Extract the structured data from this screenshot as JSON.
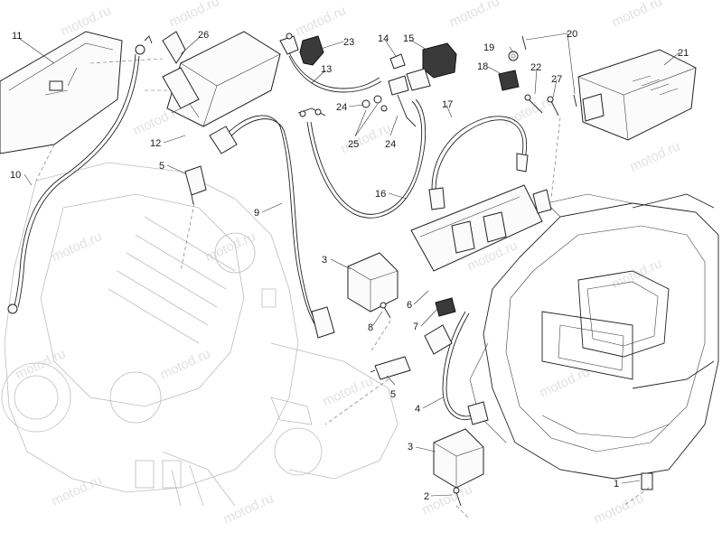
{
  "diagram": {
    "watermark": "motod.ru",
    "callouts": [
      {
        "id": "c1",
        "label": "1"
      },
      {
        "id": "c2",
        "label": "2"
      },
      {
        "id": "c3a",
        "label": "3"
      },
      {
        "id": "c3b",
        "label": "3"
      },
      {
        "id": "c4",
        "label": "4"
      },
      {
        "id": "c5a",
        "label": "5"
      },
      {
        "id": "c5b",
        "label": "5"
      },
      {
        "id": "c6",
        "label": "6"
      },
      {
        "id": "c7",
        "label": "7"
      },
      {
        "id": "c8",
        "label": "8"
      },
      {
        "id": "c9",
        "label": "9"
      },
      {
        "id": "c10",
        "label": "10"
      },
      {
        "id": "c11",
        "label": "11"
      },
      {
        "id": "c12",
        "label": "12"
      },
      {
        "id": "c13",
        "label": "13"
      },
      {
        "id": "c14",
        "label": "14"
      },
      {
        "id": "c15",
        "label": "15"
      },
      {
        "id": "c16",
        "label": "16"
      },
      {
        "id": "c17",
        "label": "17"
      },
      {
        "id": "c18",
        "label": "18"
      },
      {
        "id": "c19",
        "label": "19"
      },
      {
        "id": "c20",
        "label": "20"
      },
      {
        "id": "c21",
        "label": "21"
      },
      {
        "id": "c22",
        "label": "22"
      },
      {
        "id": "c23",
        "label": "23"
      },
      {
        "id": "c24a",
        "label": "24"
      },
      {
        "id": "c24b",
        "label": "24"
      },
      {
        "id": "c25",
        "label": "25"
      },
      {
        "id": "c26",
        "label": "26"
      },
      {
        "id": "c27",
        "label": "27"
      }
    ]
  }
}
